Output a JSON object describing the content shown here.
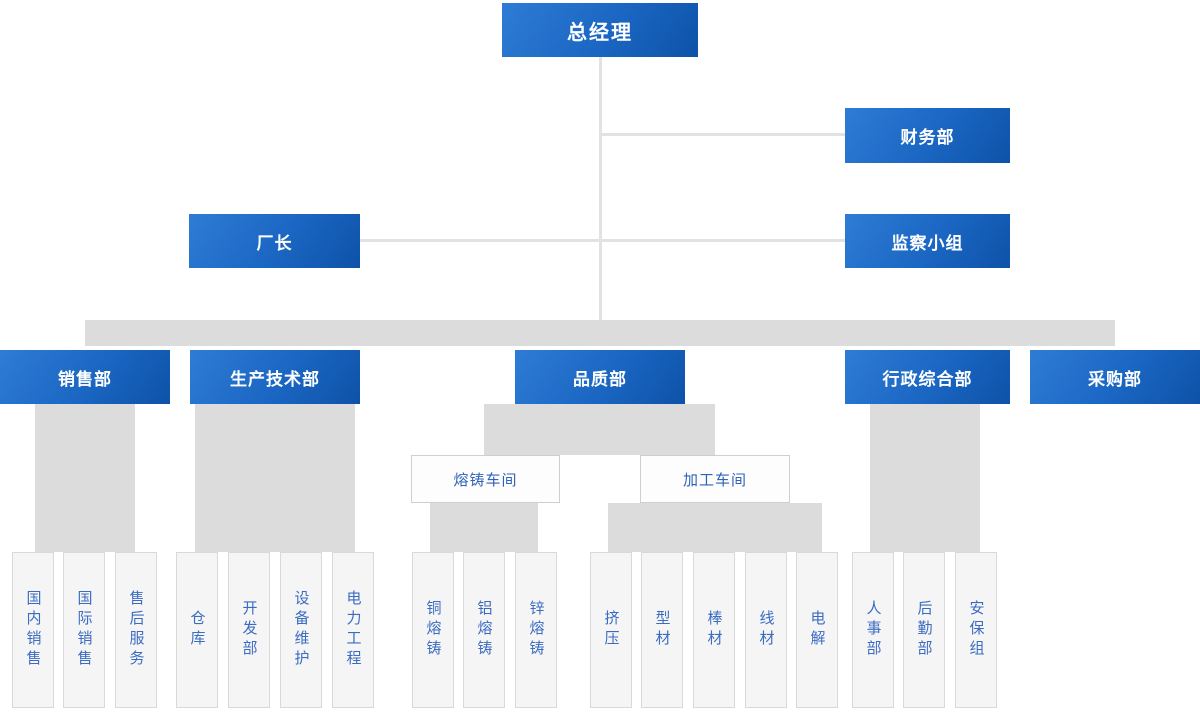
{
  "chart_data": {
    "type": "org-chart",
    "root": "总经理",
    "staff_nodes": [
      "财务部",
      "厂长",
      "监察小组"
    ],
    "departments": [
      "销售部",
      "生产技术部",
      "品质部",
      "行政综合部",
      "采购部"
    ],
    "workshops": [
      "熔铸车间",
      "加工车间"
    ],
    "leaves_by_parent": {
      "销售部": [
        "国内销售",
        "国际销售",
        "售后服务"
      ],
      "生产技术部": [
        "仓库",
        "开发部",
        "设备维护",
        "电力工程"
      ],
      "熔铸车间": [
        "铜熔铸",
        "铝熔铸",
        "锌熔铸"
      ],
      "加工车间": [
        "挤压",
        "型材",
        "棒材",
        "线材",
        "电解"
      ],
      "行政综合部": [
        "人事部",
        "后勤部",
        "安保组"
      ]
    }
  },
  "nodes": {
    "general_manager": "总经理",
    "finance": "财务部",
    "factory_director": "厂长",
    "supervision_team": "监察小组",
    "departments": [
      "销售部",
      "生产技术部",
      "品质部",
      "行政综合部",
      "采购部"
    ],
    "workshops": [
      "熔铸车间",
      "加工车间"
    ],
    "cols": [
      "国内销售",
      "国际销售",
      "售后服务",
      "仓库",
      "开发部",
      "设备维护",
      "电力工程",
      "铜熔铸",
      "铝熔铸",
      "锌熔铸",
      "挤压",
      "型材",
      "棒材",
      "线材",
      "电解",
      "人事部",
      "后勤部",
      "安保组"
    ]
  },
  "colors": {
    "box_blue_light": "#2e7cd6",
    "box_blue_dark": "#0e52a8",
    "box_blue_shadow": "#0b4c9f",
    "connector_gray": "#dcdcdc",
    "line_gray": "#e2e2e2",
    "leaf_fill": "#f5f5f5",
    "leaf_border": "#d9d9d9",
    "node_text_blue": "#3b6cc2",
    "background": "#ffffff"
  }
}
